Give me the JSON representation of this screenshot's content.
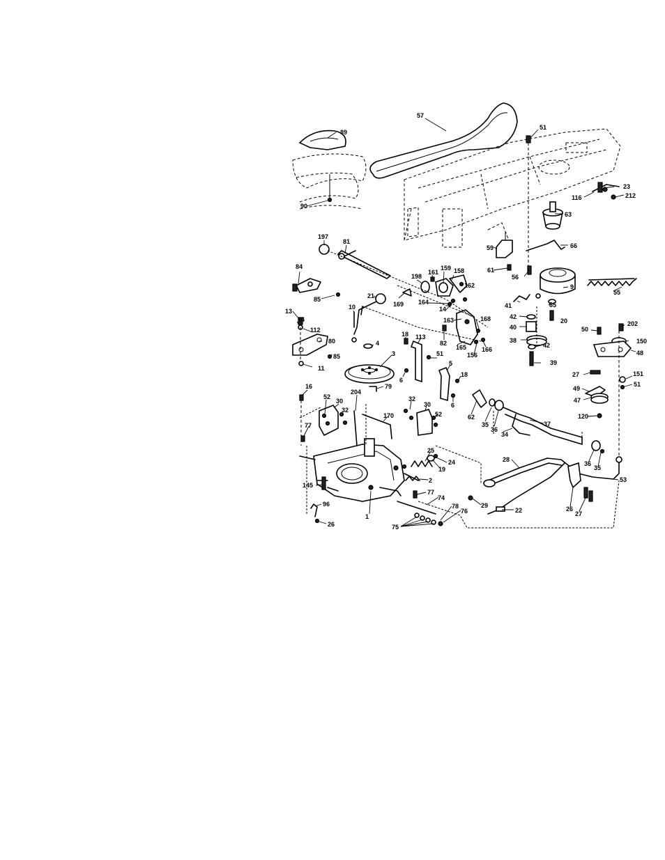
{
  "labels": {
    "p57": "57",
    "p89": "89",
    "p90": "90",
    "p51a": "51",
    "p23": "23",
    "p116": "116",
    "p212": "212",
    "p63": "63",
    "p197": "197",
    "p81": "81",
    "p59": "59",
    "p66": "66",
    "p61": "61",
    "p84": "84",
    "p198": "198",
    "p161": "161",
    "p159": "159",
    "p158": "158",
    "p162": "162",
    "p56": "56",
    "p55": "55",
    "p9": "9",
    "p85a": "85",
    "p21": "21",
    "p169": "169",
    "p164": "164",
    "p14a": "14",
    "p13": "13",
    "p14b": "14",
    "p10": "10",
    "p163": "163",
    "p41": "41",
    "p42a": "42",
    "p65": "65",
    "p20": "20",
    "p168": "168",
    "p40": "40",
    "p50": "50",
    "p202": "202",
    "p112": "112",
    "p80": "80",
    "p4": "4",
    "p82": "82",
    "p165": "165",
    "p166": "166",
    "p150": "150",
    "p18a": "18",
    "p113": "113",
    "p38": "38",
    "p42b": "42",
    "p48": "48",
    "p85b": "85",
    "p156": "156",
    "p3": "3",
    "p51b": "51",
    "p11": "11",
    "p39": "39",
    "p5": "5",
    "p27a": "27",
    "p151": "151",
    "p18b": "18",
    "p6a": "6",
    "p51c": "51",
    "p49": "49",
    "p16": "16",
    "p79": "79",
    "p204": "204",
    "p52a": "52",
    "p30a": "30",
    "p6b": "6",
    "p62": "62",
    "p47": "47",
    "p32a": "32",
    "p30b": "30",
    "p35a": "35",
    "p36a": "36",
    "p37": "37",
    "p120": "120",
    "p52b": "52",
    "p170": "170",
    "p77a": "77",
    "p34": "34",
    "p25": "25",
    "p24": "24",
    "p19": "19",
    "p36b": "36",
    "p35b": "35",
    "p28": "28",
    "p2": "2",
    "p53": "53",
    "p145": "145",
    "p77b": "77",
    "p74": "74",
    "p29": "29",
    "p96": "96",
    "p1": "1",
    "p78": "78",
    "p76": "76",
    "p26a": "26",
    "p27b": "27",
    "p22": "22",
    "p75": "75",
    "p26b": "26"
  }
}
